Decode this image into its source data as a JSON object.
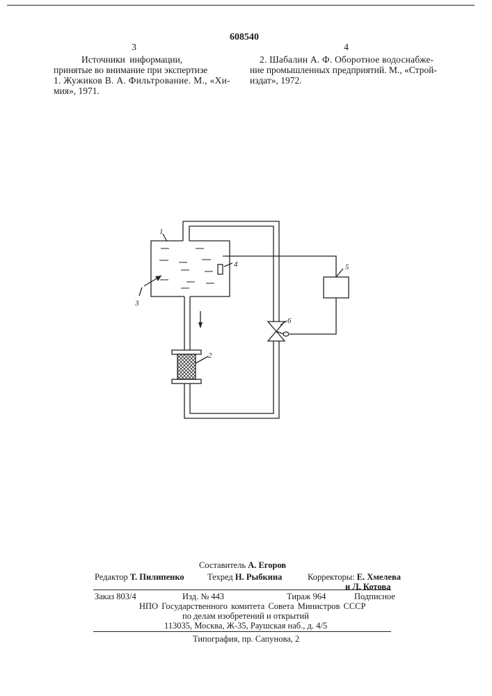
{
  "header": {
    "patent_number": "608540",
    "col_left_number": "3",
    "col_right_number": "4"
  },
  "references": {
    "title_line1": "Источники информации,",
    "title_line2": "принятые во внимание при экспертизе",
    "ref1_line1": "1. Жужиков В. А. Фильтрование. М., «Хи-",
    "ref1_line2": "мия», 1971.",
    "ref2_line1": "2. Шабалин А. Ф. Оборотное водоснабже-",
    "ref2_line2": "ние промышленных предприятий. М., «Строй-",
    "ref2_line3": "издат», 1972."
  },
  "diagram": {
    "label_1": "1",
    "label_2": "2",
    "label_3": "3",
    "label_4": "4",
    "label_5": "5",
    "label_6": "6"
  },
  "colophon": {
    "compiler_prefix": "Составитель",
    "compiler_name": "А. Егоров",
    "editor_prefix": "Редактор",
    "editor_name": "Т. Пилипенко",
    "techred_prefix": "Техред",
    "techred_name": "Н. Рыбкина",
    "correctors_prefix": "Корректоры:",
    "corrector1": "Е. Хмелева",
    "corrector2": "и Л. Котова",
    "order": "Заказ 803/4",
    "edition": "Изд. № 443",
    "circulation": "Тираж 964",
    "subscription": "Подписное",
    "org_line1": "НПО Государственного комитета Совета Министров СССР",
    "org_line2": "по делам изобретений и открытий",
    "address": "113035, Москва, Ж-35, Раушская наб., д. 4/5",
    "printer": "Типография, пр. Сапунова, 2"
  }
}
